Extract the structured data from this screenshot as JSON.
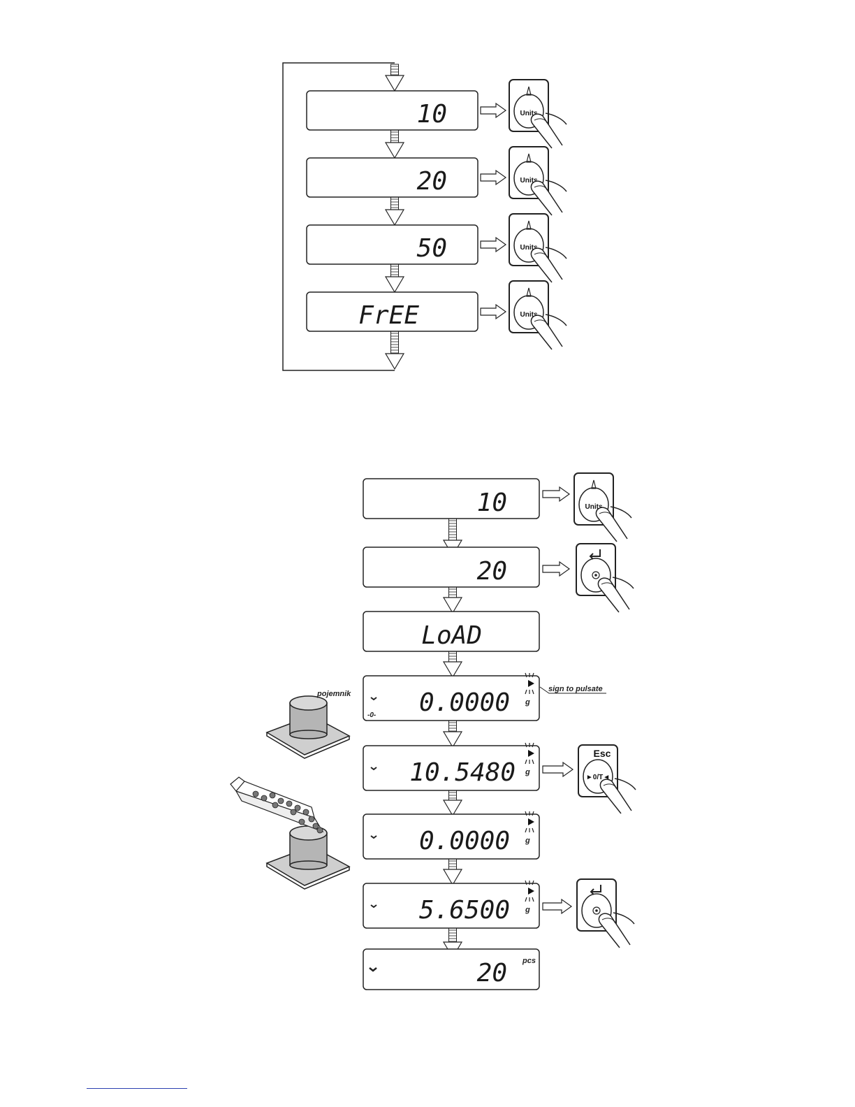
{
  "colors": {
    "line": "#222222",
    "display_fill": "#ffffff",
    "arrow_fill": "#ffffff",
    "container": "#b8b8b8",
    "pad": "#c9c9c9",
    "accent": "#2b3fb0"
  },
  "top_sequence": {
    "displays": [
      "10",
      "20",
      "50",
      "FrEE"
    ],
    "button_label": "Units"
  },
  "bottom_sequence": {
    "steps": [
      {
        "value": "10"
      },
      {
        "value": "20"
      },
      {
        "value": "LoAD"
      },
      {
        "value": "0.0000",
        "unit": "g",
        "zero_mark": "-0-"
      },
      {
        "value": "10.5480",
        "unit": "g"
      },
      {
        "value": "0.0000",
        "unit": "g"
      },
      {
        "value": "5.6500",
        "unit": "g"
      },
      {
        "value": "20",
        "unit": "pcs"
      }
    ],
    "buttons": {
      "units": "Units",
      "esc": "Esc",
      "tare": "►0/T◄"
    },
    "annotation": "sign to pulsate",
    "container_label": "pojemnik"
  }
}
